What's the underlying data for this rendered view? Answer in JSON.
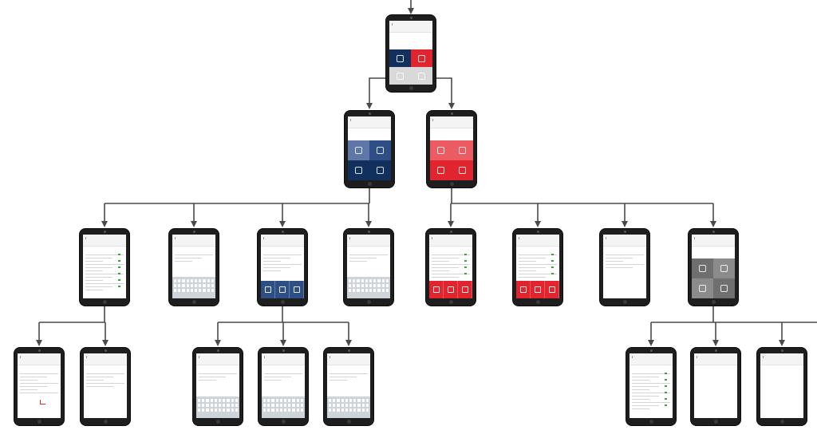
{
  "colors": {
    "line": "#4a4a4a",
    "blue_dark": "#12305e",
    "blue_mid": "#2d4f85",
    "blue_light": "#5f77a6",
    "red": "#e2242f",
    "red_light": "#ec5a62",
    "grey_light": "#d9d9d9",
    "grey_mid": "#8b8b8b",
    "grey_dark": "#6f6f6f",
    "bezel": "#1e1e1e"
  },
  "diagram": {
    "type": "app screen flow tree",
    "screens": [
      {
        "id": "root",
        "parent": null,
        "title": "",
        "content": "tiles-4-root"
      },
      {
        "id": "blue-menu",
        "parent": "root",
        "title": "",
        "content": "tiles-4-blue"
      },
      {
        "id": "red-menu",
        "parent": "root",
        "title": "",
        "content": "tiles-4-red"
      },
      {
        "id": "blue-a",
        "parent": "blue-menu",
        "title": "",
        "content": "table-list"
      },
      {
        "id": "blue-b",
        "parent": "blue-menu",
        "title": "",
        "content": "form-keyboard"
      },
      {
        "id": "blue-c",
        "parent": "blue-menu",
        "title": "",
        "content": "list-bottom-blue"
      },
      {
        "id": "blue-d",
        "parent": "blue-menu",
        "title": "",
        "content": "form-keyboard"
      },
      {
        "id": "red-a",
        "parent": "red-menu",
        "title": "",
        "content": "list-bottom-red"
      },
      {
        "id": "red-b",
        "parent": "red-menu",
        "title": "",
        "content": "list-bottom-red"
      },
      {
        "id": "red-c",
        "parent": "red-menu",
        "title": "",
        "content": "form-sparse"
      },
      {
        "id": "red-d",
        "parent": "red-menu",
        "title": "",
        "content": "tiles-4-grey"
      },
      {
        "id": "blue-a-1",
        "parent": "blue-a",
        "title": "",
        "content": "form-red-mark"
      },
      {
        "id": "blue-a-2",
        "parent": "blue-a",
        "title": "",
        "content": "form-sparse"
      },
      {
        "id": "blue-c-1",
        "parent": "blue-c",
        "title": "",
        "content": "form-keyboard"
      },
      {
        "id": "blue-c-2",
        "parent": "blue-c",
        "title": "",
        "content": "form-keyboard"
      },
      {
        "id": "blue-c-3",
        "parent": "blue-c",
        "title": "",
        "content": "form-keyboard"
      },
      {
        "id": "red-d-1",
        "parent": "red-d",
        "title": "",
        "content": "table-list"
      },
      {
        "id": "red-d-2",
        "parent": "red-d",
        "title": "",
        "content": "blank"
      },
      {
        "id": "red-d-3",
        "parent": "red-d",
        "title": "",
        "content": "blank"
      }
    ]
  }
}
